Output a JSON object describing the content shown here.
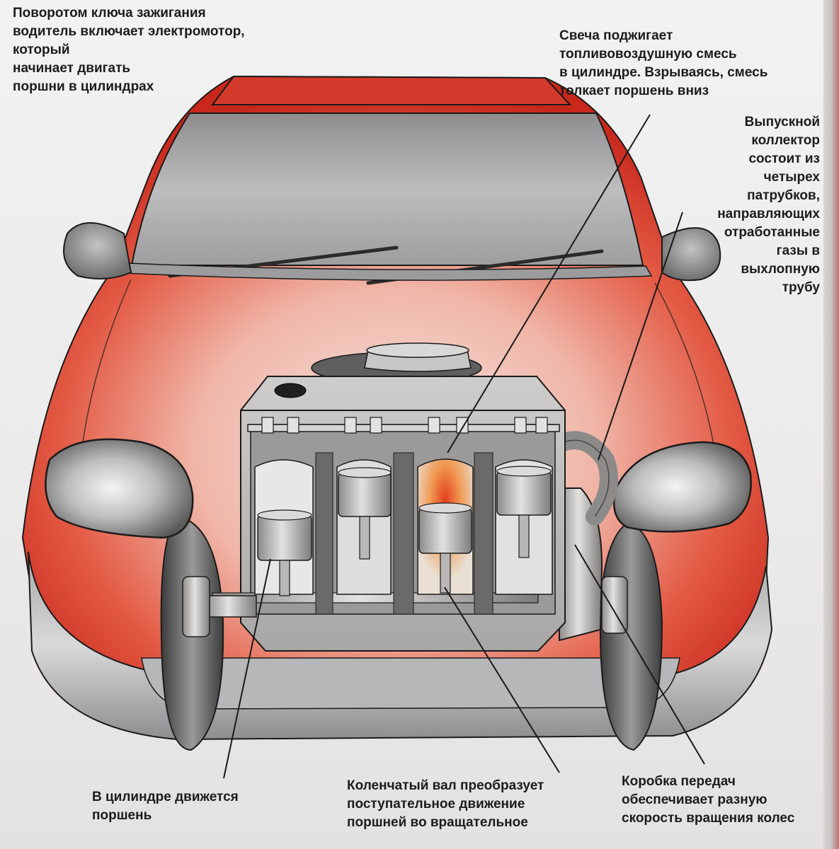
{
  "captions": {
    "ignition": "Поворотом ключа зажигания\nводитель включает электромотор,\nкоторый\nначинает двигать\nпоршни в цилиндрах",
    "spark": "Свеча поджигает\nтопливовоздушную смесь\nв цилиндре. Взрываясь, смесь\nтолкает поршень вниз",
    "exhaust": "Выпускной\nколлектор\nсостоит из\nчетырех\nпатрубков,\nнаправляющих\nотработанные\nгазы в\nвыхлопную\nтрубу",
    "piston": "В цилиндре движется\nпоршень",
    "crankshaft": "Коленчатый вал преобразует\nпоступательное движение\nпоршней во вращательное",
    "gearbox": "Коробка передач\nобеспечивает разную\nскорость вращения колес"
  },
  "colors": {
    "body_red": "#d8392b",
    "body_light": "#f3c2b8",
    "metal": "#b9b6b3",
    "line": "#1a1a1a"
  }
}
